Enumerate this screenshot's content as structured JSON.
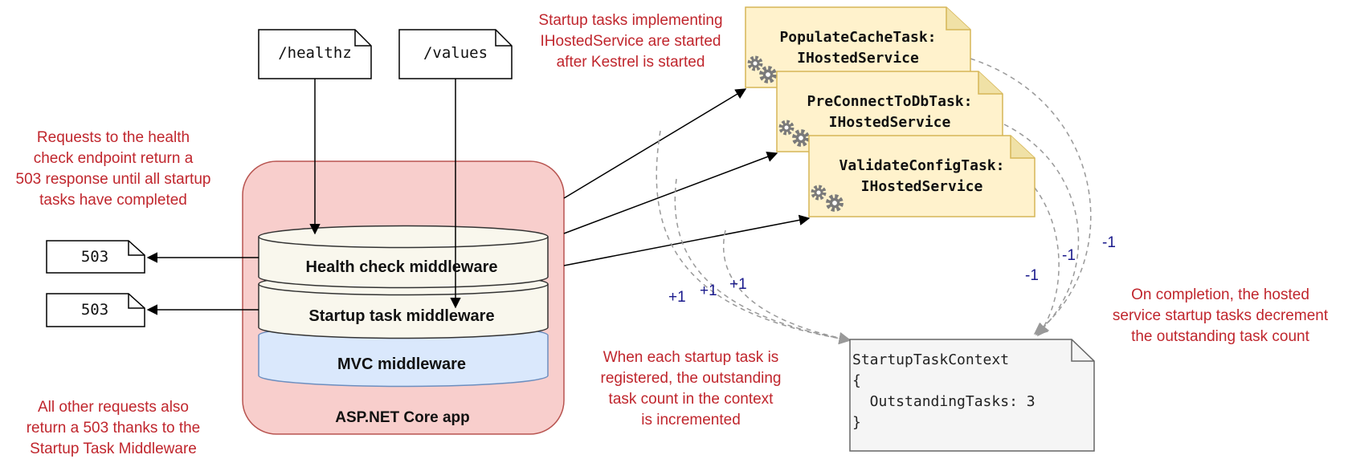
{
  "endpoints": {
    "healthz": "/healthz",
    "values": "/values"
  },
  "responses": {
    "first": "503",
    "second": "503"
  },
  "app": {
    "label": "ASP.NET Core app",
    "health_check": "Health check middleware",
    "startup_task": "Startup task middleware",
    "mvc": "MVC middleware"
  },
  "tasks": [
    {
      "label": "PopulateCacheTask:\nIHostedService"
    },
    {
      "label": "PreConnectToDbTask:\nIHostedService"
    },
    {
      "label": "ValidateConfigTask:\nIHostedService"
    }
  ],
  "context": {
    "code": "StartupTaskContext\n{\n  OutstandingTasks: 3\n}"
  },
  "deltas": {
    "increment": [
      "+1",
      "+1",
      "+1"
    ],
    "decrement": [
      "-1",
      "-1",
      "-1"
    ]
  },
  "annotations": {
    "startup_tasks": "Startup tasks implementing\nIHostedService are started\nafter Kestrel is started",
    "health_requests": "Requests to the health\ncheck endpoint return a\n503 response until all startup\ntasks have completed",
    "other_requests": "All other requests also\nreturn a 503 thanks to the\nStartup Task Middleware",
    "registered": "When each startup task is\nregistered, the outstanding\ntask count in the context\nis incremented",
    "completion": "On completion, the hosted\nservice startup tasks decrement\nthe outstanding task count"
  },
  "colors": {
    "annotation_red": "#c0262d",
    "app_fill": "#f8cecc",
    "app_border": "#b85450",
    "cylinder_fill": "#f9f7ed",
    "mvc_fill": "#dae8fc",
    "mvc_border": "#6c8ebf",
    "task_fill": "#fff2cc",
    "task_border": "#d6b656",
    "context_fill": "#f5f5f5",
    "delta_blue": "#1a1a8c",
    "dashed_gray": "#999999"
  }
}
